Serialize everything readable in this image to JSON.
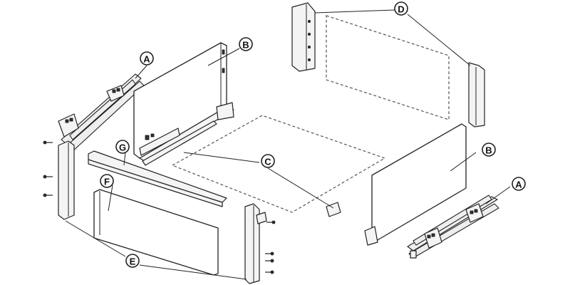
{
  "callouts": {
    "a_left": "A",
    "a_right": "A",
    "b_left": "B",
    "b_right": "B",
    "c": "C",
    "d": "D",
    "e": "E",
    "f": "F",
    "g": "G"
  }
}
